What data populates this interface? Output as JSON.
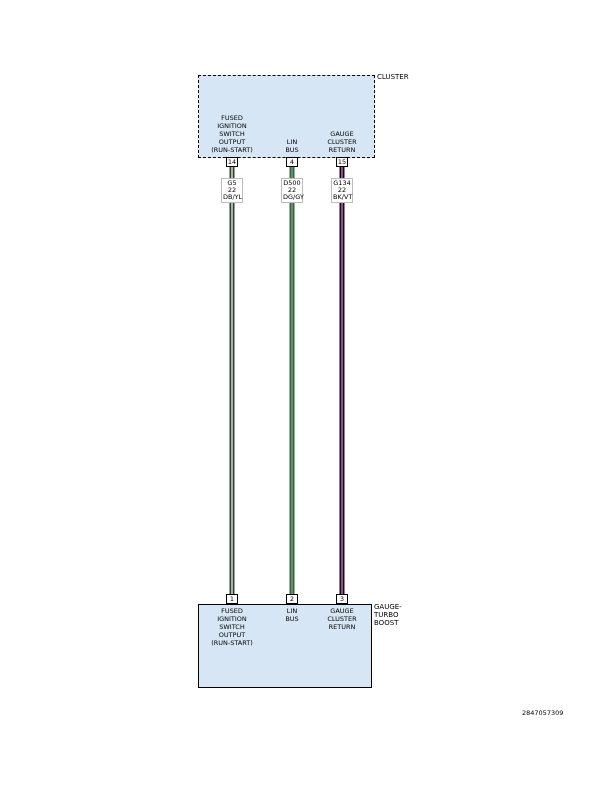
{
  "components": {
    "cluster": {
      "name": "CLUSTER",
      "pins": [
        {
          "label": "FUSED\nIGNITION\nSWITCH\nOUTPUT\n(RUN-START)",
          "number": "14"
        },
        {
          "label": "LIN\nBUS",
          "number": "4"
        },
        {
          "label": "GAUGE\nCLUSTER\nRETURN",
          "number": "15"
        }
      ]
    },
    "gauge": {
      "name": "GAUGE-\nTURBO\nBOOST",
      "pins": [
        {
          "label": "FUSED\nIGNITION\nSWITCH\nOUTPUT\n(RUN-START)",
          "number": "1"
        },
        {
          "label": "LIN\nBUS",
          "number": "2"
        },
        {
          "label": "GAUGE\nCLUSTER\nRETURN",
          "number": "3"
        }
      ]
    }
  },
  "wires": [
    {
      "circuit": "G5",
      "gauge": "22",
      "color": "DB/YL",
      "base_color": "#1f3a8a",
      "stripe_color": "#e8e020"
    },
    {
      "circuit": "D500",
      "gauge": "22",
      "color": "DG/GY",
      "base_color": "#2f6b3a",
      "stripe_color": "#9a9a9a"
    },
    {
      "circuit": "G134",
      "gauge": "22",
      "color": "BK/VT",
      "base_color": "#111111",
      "stripe_color": "#c050c0"
    }
  ],
  "figure_id": "2847057309"
}
